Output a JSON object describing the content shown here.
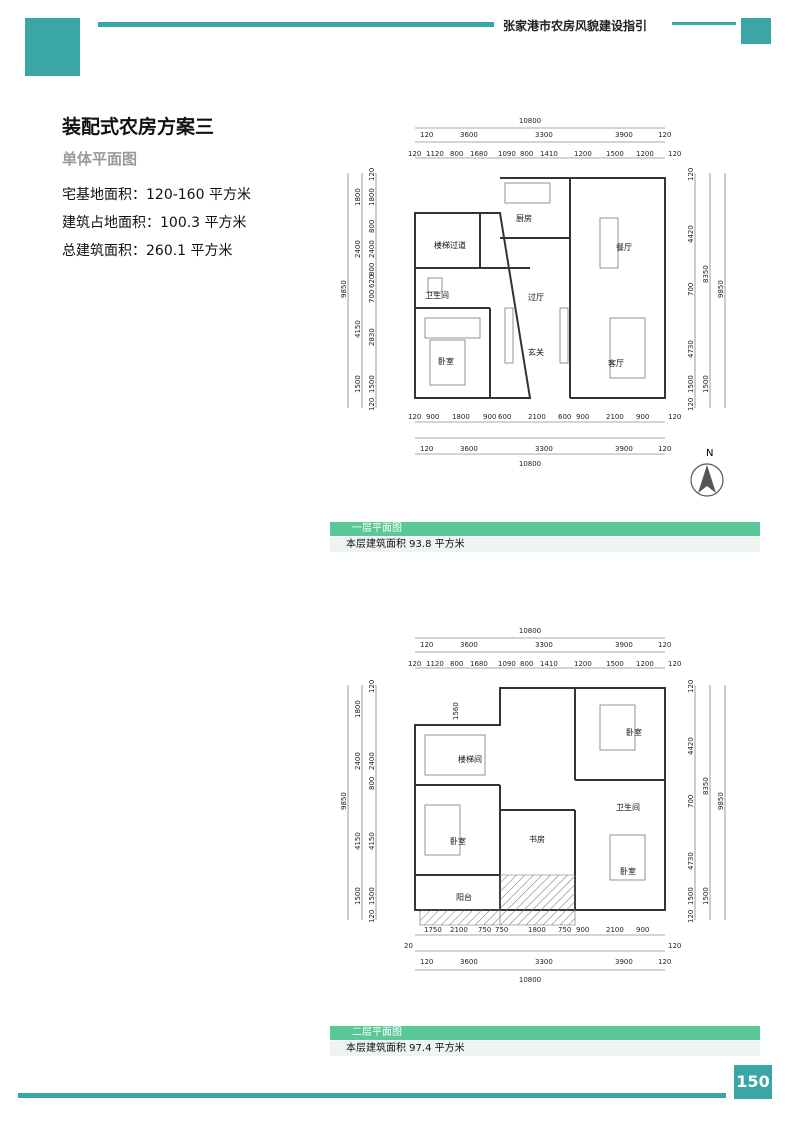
{
  "header": {
    "title": "张家港市农房风貌建设指引"
  },
  "page": {
    "title": "装配式农房方案三",
    "subtitle": "单体平面图",
    "number": "150"
  },
  "specs": [
    {
      "label": "宅基地面积：",
      "value": "120-160 平方米"
    },
    {
      "label": "建筑占地面积：",
      "value": "100.3 平方米"
    },
    {
      "label": "总建筑面积：",
      "value": "260.1 平方米"
    }
  ],
  "north": "N",
  "plans": [
    {
      "caption": "一层平面图",
      "area": "本层建筑面积 93.8 平方米",
      "dims": {
        "total": "10800",
        "major": [
          "120",
          "3600",
          "3300",
          "3900",
          "120"
        ],
        "minor": [
          "120",
          "1120",
          "800",
          "1680",
          "1090",
          "800",
          "1410",
          "1200",
          "1500",
          "1200",
          "120"
        ],
        "bottom_minor": [
          "120",
          "900",
          "1800",
          "900",
          "600",
          "2100",
          "600",
          "900",
          "2100",
          "900",
          "120"
        ],
        "left_total": "9850",
        "left_major": [
          "1800",
          "2400",
          "4150",
          "1500"
        ],
        "left_minor": [
          "120",
          "1800",
          "800",
          "2400",
          "800",
          "620",
          "700",
          "2830",
          "1500",
          "120"
        ],
        "right_total": "9850",
        "right_major": [
          "8350",
          "1500"
        ],
        "right_minor": [
          "120",
          "4420",
          "700",
          "4730",
          "1500",
          "120"
        ]
      },
      "rooms": [
        "厨房",
        "楼梯过道",
        "餐厅",
        "卫生间",
        "过厅",
        "卧室",
        "玄关",
        "客厅"
      ]
    },
    {
      "caption": "二层平面图",
      "area": "本层建筑面积 97.4 平方米",
      "dims": {
        "total": "10800",
        "major": [
          "120",
          "3600",
          "3300",
          "3900",
          "120"
        ],
        "minor": [
          "120",
          "1120",
          "800",
          "1680",
          "1090",
          "800",
          "1410",
          "1200",
          "1500",
          "1200",
          "120"
        ],
        "bottom_minor": [
          "20",
          "1750",
          "2100",
          "750",
          "750",
          "1800",
          "750",
          "900",
          "2100",
          "900",
          "120"
        ],
        "left_total": "9850",
        "left_major": [
          "1800",
          "2400",
          "4150",
          "1500"
        ],
        "left_minor": [
          "120",
          "1560",
          "2400",
          "800",
          "4150",
          "1500",
          "120"
        ],
        "right_total": "9850",
        "right_major": [
          "8350",
          "1500"
        ],
        "right_minor": [
          "120",
          "4420",
          "700",
          "4730",
          "1500",
          "120"
        ],
        "bottom_major": [
          "120",
          "3600",
          "3300",
          "3900",
          "120"
        ]
      },
      "rooms": [
        "卧室",
        "楼梯间",
        "卫生间",
        "卧室",
        "书房",
        "卧室",
        "阳台"
      ]
    }
  ],
  "colors": {
    "teal": "#3aa6a6",
    "green": "#58c896"
  }
}
